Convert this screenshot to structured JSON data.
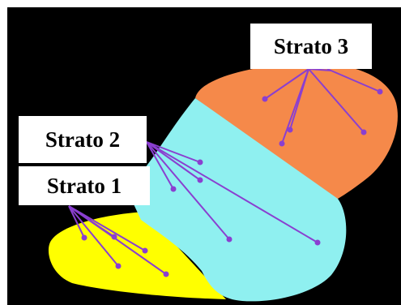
{
  "labels": {
    "strato1": "Strato 1",
    "strato2": "Strato 2",
    "strato3": "Strato 3"
  },
  "colors": {
    "background": "#000000",
    "stratum1": "#ffff00",
    "stratum2": "#8ff0f0",
    "stratum3": "#f5894a",
    "line": "#8a3fd0",
    "label_bg": "#ffffff"
  }
}
